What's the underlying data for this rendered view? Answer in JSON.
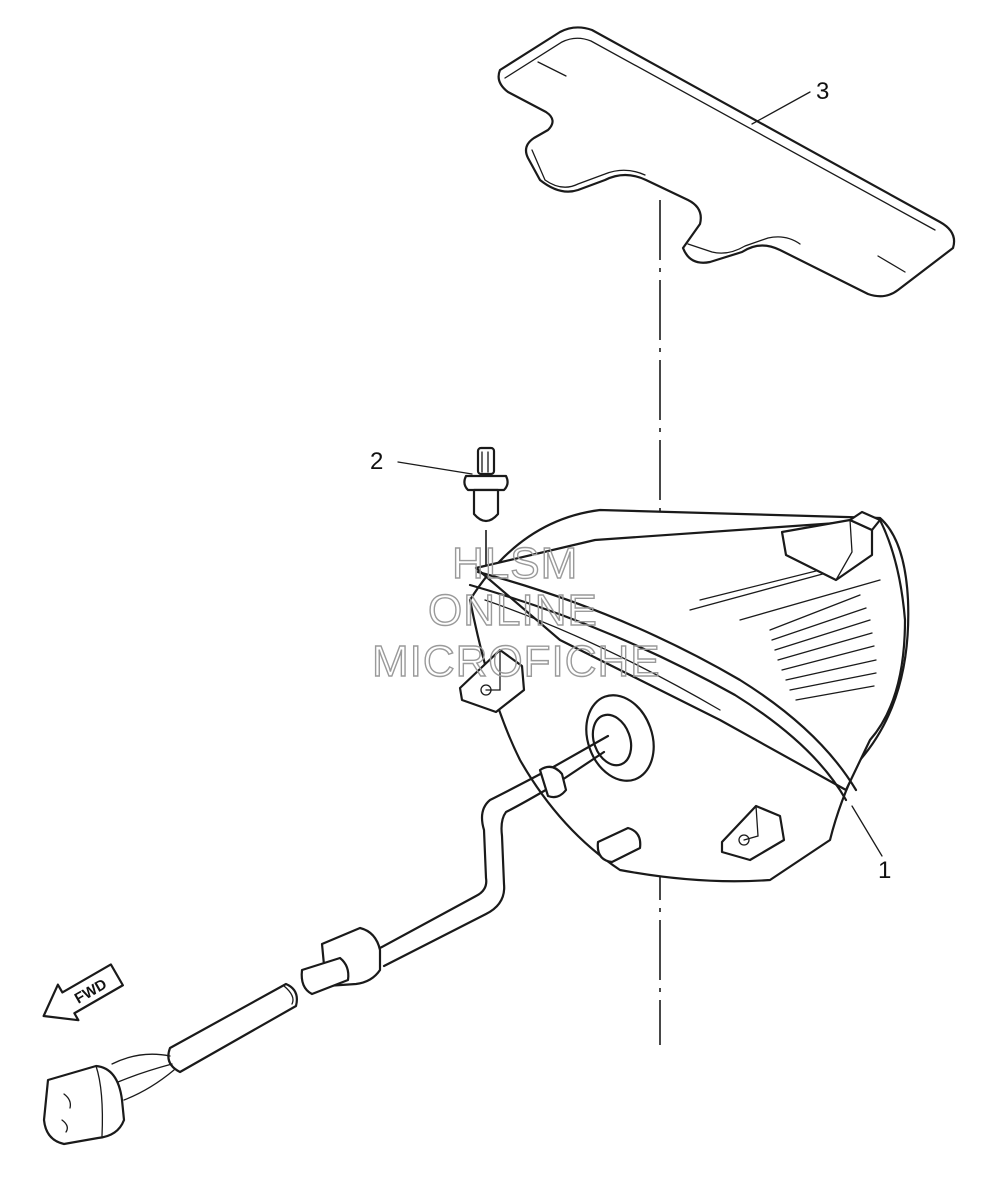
{
  "callouts": {
    "part_1": "1",
    "part_2": "2",
    "part_3": "3"
  },
  "direction_arrow": {
    "label": "FWD"
  },
  "watermark": {
    "line1": "HLSM",
    "line2": "ONLINE",
    "line3": "MICROFICHE"
  },
  "colors": {
    "line": "#1a1a1a",
    "watermark": "#9a9a9a",
    "background": "#ffffff"
  }
}
